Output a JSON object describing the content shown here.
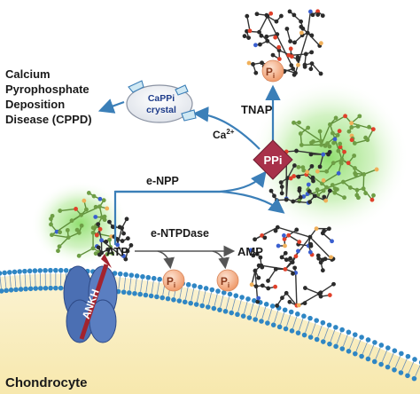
{
  "disease": {
    "line1": "Calcium",
    "line2": "Pyrophosphate",
    "line3": "Deposition",
    "line4": "Disease (CPPD)"
  },
  "crystal": {
    "line1": "CaPPi",
    "line2": "crystal"
  },
  "enzymes": {
    "tnap": "TNAP",
    "enpp": "e-NPP",
    "entpdase": "e-NTPDase"
  },
  "ion": {
    "symbol": "Ca",
    "charge": "2+"
  },
  "molecules": {
    "ppi": "PPi",
    "atp": "ATP",
    "amp": "AMP",
    "pi": "P",
    "pi_sub": "i"
  },
  "transporter": "ANKH",
  "cell": "Chondrocyte",
  "colors": {
    "arrow": "#3b7fb8",
    "ppi_diamond": "#a8314a",
    "pi_ball": "#f3a57c",
    "membrane_head": "#2f86c4",
    "cytoplasm": "#fbf0c6",
    "glow": "#7ed957",
    "protein": "#4b6fb3",
    "ankh_bar": "#a3232e"
  }
}
